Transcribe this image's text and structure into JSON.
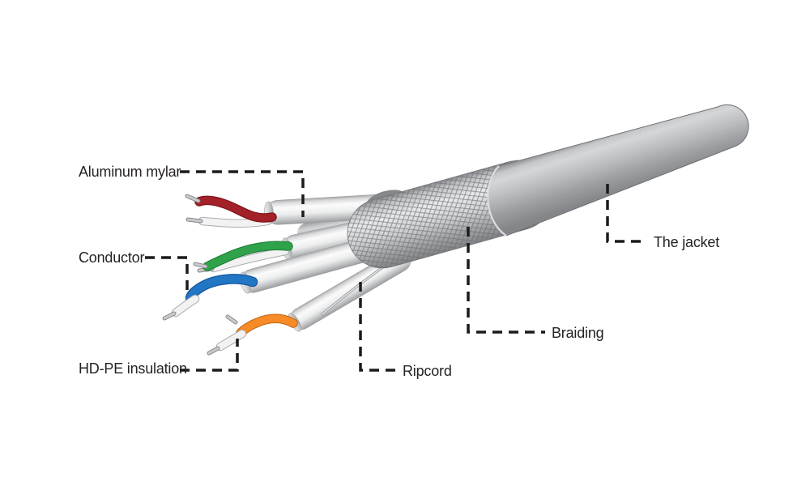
{
  "diagram": {
    "labels": {
      "aluminum_mylar": "Aluminum mylar",
      "conductor": "Conductor",
      "hdpe_insulation": "HD-PE insulation",
      "ripcord": "Ripcord",
      "braiding": "Braiding",
      "jacket": "The jacket"
    },
    "colors": {
      "wire_red": "#a32128",
      "wire_green": "#2fa24a",
      "wire_blue": "#2277c5",
      "wire_orange": "#f68b28",
      "leader_line": "#1b1b1b",
      "label_text": "#262223"
    }
  }
}
